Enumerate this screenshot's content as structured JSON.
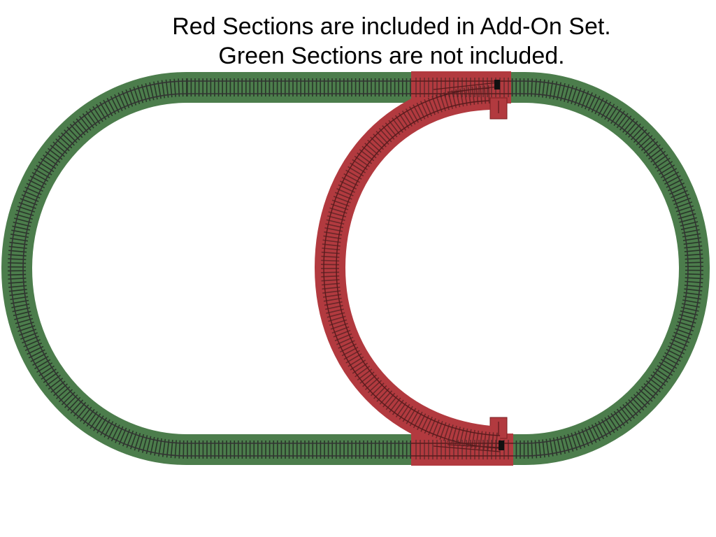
{
  "caption": {
    "line1": "Red Sections are included in Add-On Set.",
    "line2": "Green Sections are not included."
  },
  "colors": {
    "included": "#b23a3f",
    "not_included": "#4c7d4c",
    "rail": "#2c2c2c",
    "tie": "#1a1a1a",
    "background": "#ffffff"
  },
  "sections": {
    "included": "red",
    "not_included": "green"
  }
}
